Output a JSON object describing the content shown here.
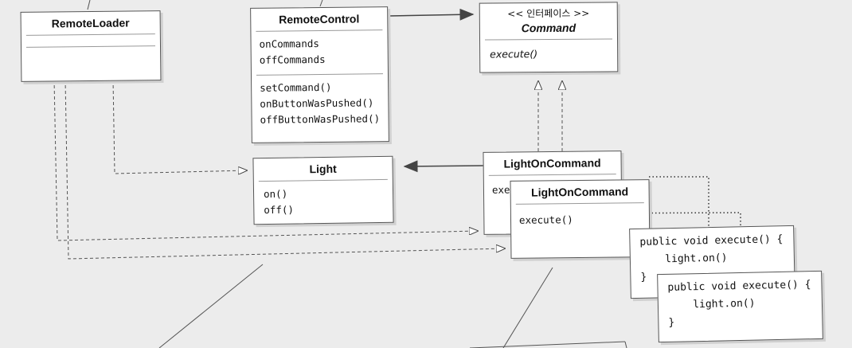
{
  "remote_loader": {
    "name": "RemoteLoader"
  },
  "remote_control": {
    "name": "RemoteControl",
    "attributes": [
      "onCommands",
      "offCommands"
    ],
    "methods": [
      "setCommand()",
      "onButtonWasPushed()",
      "offButtonWasPushed()"
    ]
  },
  "command": {
    "stereotype": "<< 인터페이스 >>",
    "name": "Command",
    "methods": [
      "execute()"
    ]
  },
  "light": {
    "name": "Light",
    "methods": [
      "on()",
      "off()"
    ]
  },
  "light_on_command_back": {
    "name": "LightOnCommand",
    "partial_method": "exe"
  },
  "light_on_command_front": {
    "name": "LightOnCommand",
    "methods": [
      "execute()"
    ]
  },
  "code_back": [
    "public void execute() {",
    "    light.on()",
    "}"
  ],
  "code_front": [
    "public void execute() {",
    "    light.on()",
    "}"
  ]
}
